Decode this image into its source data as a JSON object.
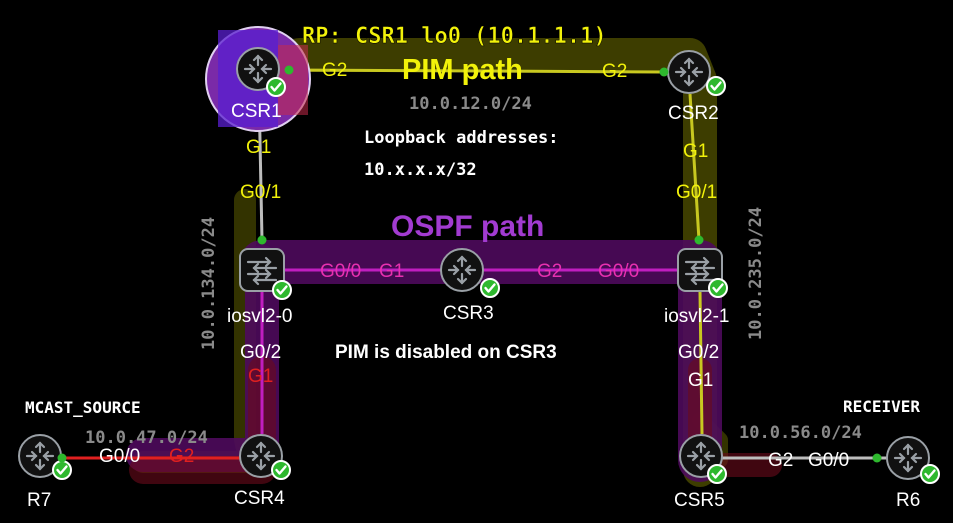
{
  "title": "RP: CSR1 lo0 (10.1.1.1)",
  "pim_path_label": "PIM path",
  "ospf_path_label": "OSPF path",
  "loopback_label_line1": "Loopback addresses:",
  "loopback_label_line2": "10.x.x.x/32",
  "pim_disabled_note": "PIM is disabled on CSR3",
  "mcast_source_label": "MCAST_SOURCE",
  "receiver_label": "RECEIVER",
  "colors": {
    "pim_path": "#e6e600",
    "ospf_path": "#a23bd1",
    "pim_label": "#f2f20a",
    "link_up": "#2eb82e",
    "router": "#9aa0a6"
  },
  "subnets": {
    "csr1_csr2": "10.0.12.0/24",
    "csr1_iosvl2_0": "10.0.134.0/24",
    "csr2_iosvl2_1": "10.0.235.0/24",
    "r7_csr4": "10.0.47.0/24",
    "csr5_r6": "10.0.56.0/24"
  },
  "routers": {
    "csr1": {
      "name": "CSR1",
      "icon": "router-icon"
    },
    "csr2": {
      "name": "CSR2",
      "icon": "router-icon"
    },
    "csr3": {
      "name": "CSR3",
      "icon": "router-icon"
    },
    "csr4": {
      "name": "CSR4",
      "icon": "router-icon"
    },
    "csr5": {
      "name": "CSR5",
      "icon": "router-icon"
    },
    "r6": {
      "name": "R6",
      "icon": "router-icon"
    },
    "r7": {
      "name": "R7",
      "icon": "router-icon"
    },
    "iosvl2_0": {
      "name": "iosvl2-0",
      "icon": "switch-icon"
    },
    "iosvl2_1": {
      "name": "iosvl2-1",
      "icon": "switch-icon"
    }
  },
  "interfaces": {
    "csr1_g2": "G2",
    "csr2_g2": "G2",
    "csr1_g1": "G1",
    "sw0_g01": "G0/1",
    "csr2_g1": "G1",
    "sw1_g01": "G0/1",
    "sw0_g00": "G0/0",
    "csr3_g1": "G1",
    "csr3_g2": "G2",
    "sw1_g00": "G0/0",
    "sw0_g02": "G0/2",
    "csr4_g1": "G1",
    "sw1_g02": "G0/2",
    "csr5_g1": "G1",
    "r7_g00": "G0/0",
    "csr4_g2": "G2",
    "csr5_g2": "G2",
    "r6_g00": "G0/0"
  }
}
